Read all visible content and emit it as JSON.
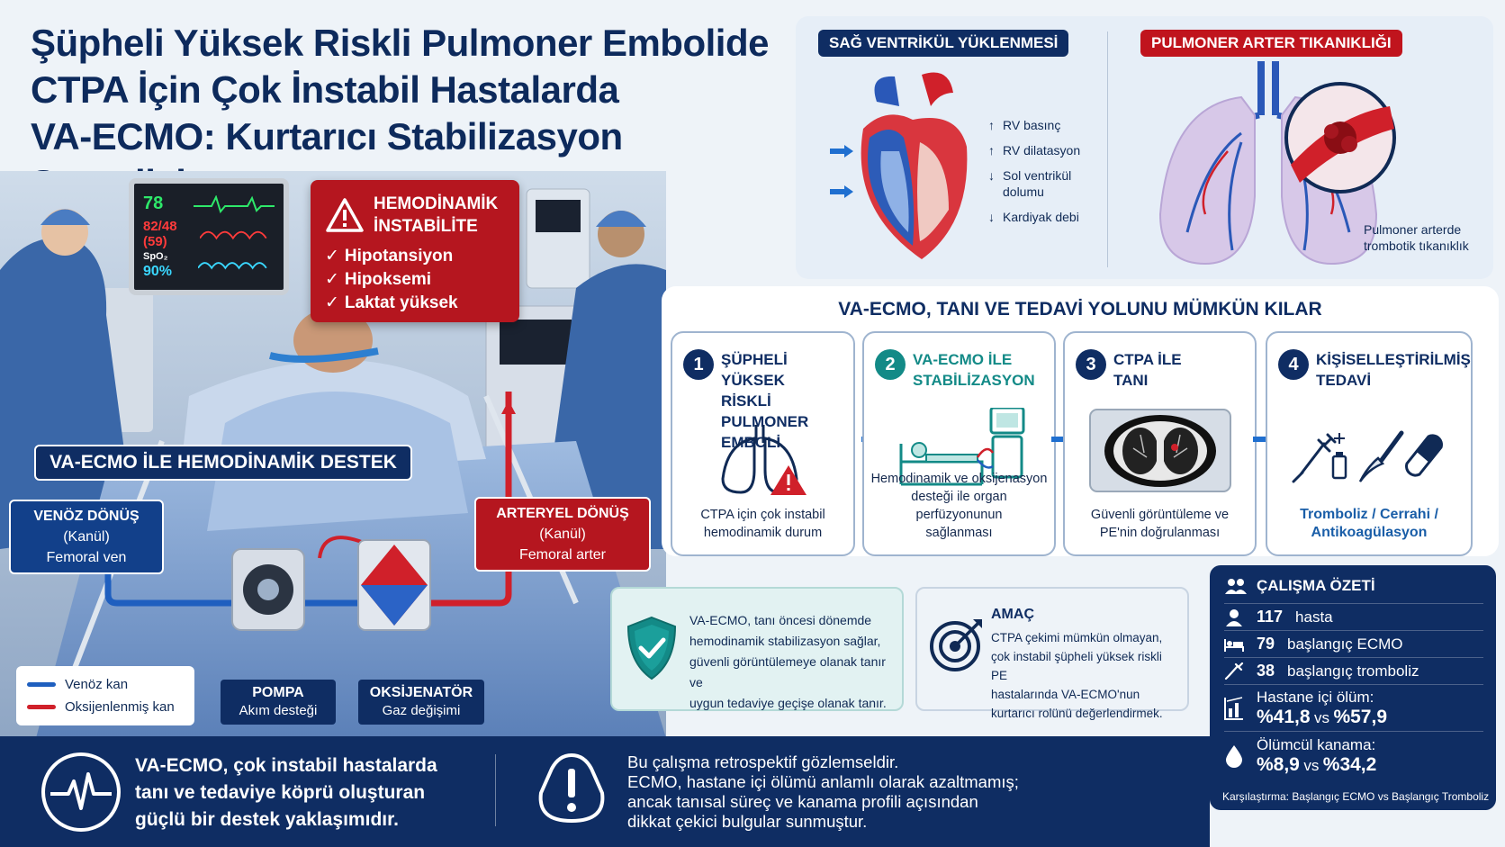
{
  "title": {
    "line1": "Şüpheli Yüksek Riskli Pulmoner Embolide",
    "line2": "CTPA İçin Çok İnstabil Hastalarda",
    "line3": "VA-ECMO: Kurtarıcı Stabilizasyon Stratejisi"
  },
  "monitor": {
    "hr": "78",
    "bp": "82/48 (59)",
    "spo2_label": "SpO₂",
    "spo2": "90%"
  },
  "hemodynamic": {
    "title_line1": "HEMODİNAMİK",
    "title_line2": "İNSTABİLİTE",
    "items": [
      "Hipotansiyon",
      "Hipoksemi",
      "Laktat yüksek"
    ]
  },
  "ecmo_support": "VA-ECMO İLE HEMODİNAMİK DESTEK",
  "venous_cannula": {
    "title": "VENÖZ DÖNÜŞ",
    "suffix": "(Kanül)",
    "site": "Femoral ven"
  },
  "arterial_cannula": {
    "title": "ARTERYEL DÖNÜŞ",
    "suffix": "(Kanül)",
    "site": "Femoral arter"
  },
  "legend": {
    "venous": "Venöz kan",
    "oxygenated": "Oksijenlenmiş kan",
    "venous_color": "#1f5fbf",
    "oxygenated_color": "#d0202a"
  },
  "pump": {
    "title": "POMPA",
    "sub": "Akım desteği"
  },
  "oxygenator": {
    "title": "OKSİJENATÖR",
    "sub": "Gaz değişimi"
  },
  "rv": {
    "tag": "SAĞ VENTRİKÜL YÜKLENMESİ",
    "items": [
      {
        "arrow": "↑",
        "text": "RV basınç"
      },
      {
        "arrow": "↑",
        "text": "RV dilatasyon"
      },
      {
        "arrow": "↓",
        "text": "Sol ventrikül dolumu"
      },
      {
        "arrow": "↓",
        "text": "Kardiyak debi"
      }
    ]
  },
  "pa": {
    "tag": "PULMONER ARTER TIKANIKLIĞI",
    "caption_line1": "Pulmoner arterde",
    "caption_line2": "trombotik tıkanıklık"
  },
  "pathway": {
    "title": "VA-ECMO, TANI VE TEDAVİ YOLUNU MÜMKÜN KILAR",
    "steps": [
      {
        "num": "1",
        "title_lines": [
          "ŞÜPHELİ YÜKSEK",
          "RİSKLİ PULMONER",
          "EMBOLİ"
        ],
        "desc_lines": [
          "CTPA için çok instabil",
          "hemodinamik durum"
        ]
      },
      {
        "num": "2",
        "title_lines": [
          "VA-ECMO İLE",
          "STABİLİZASYON"
        ],
        "desc_lines": [
          "Hemodinamik ve oksijenasyon",
          "desteği ile organ perfüzyonunun",
          "sağlanması"
        ]
      },
      {
        "num": "3",
        "title_lines": [
          "CTPA İLE",
          "TANI"
        ],
        "desc_lines": [
          "Güvenli görüntüleme ve",
          "PE'nin doğrulanması"
        ]
      },
      {
        "num": "4",
        "title_lines": [
          "KİŞİSELLEŞTİRİLMİŞ",
          "TEDAVİ"
        ],
        "desc_lines": [
          "Tromboliz / Cerrahi /",
          "Antikoagülasyon"
        ]
      }
    ]
  },
  "shield_box": {
    "lines": [
      "VA-ECMO, tanı öncesi dönemde",
      "hemodinamik stabilizasyon sağlar,",
      "güvenli görüntülemeye olanak tanır ve",
      "uygun tedaviye geçişe olanak tanır."
    ]
  },
  "aim_box": {
    "title": "AMAÇ",
    "lines": [
      "CTPA çekimi mümkün olmayan,",
      "çok instabil şüpheli yüksek riskli PE",
      "hastalarında VA-ECMO'nun",
      "kurtarıcı rolünü değerlendirmek."
    ]
  },
  "summary": {
    "title": "ÇALIŞMA ÖZETİ",
    "patients": {
      "value": "117",
      "label": "hasta"
    },
    "initial_ecmo": {
      "value": "79",
      "label": "başlangıç ECMO"
    },
    "initial_thrombolysis": {
      "value": "38",
      "label": "başlangıç tromboliz"
    },
    "mortality": {
      "label": "Hastane içi ölüm:",
      "a": "%41,8",
      "vs": "vs",
      "b": "%57,9"
    },
    "bleeding": {
      "label": "Ölümcül kanama:",
      "a": "%8,9",
      "vs": "vs",
      "b": "%34,2"
    },
    "comparison": "Karşılaştırma: Başlangıç ECMO vs Başlangıç Tromboliz"
  },
  "bottom": {
    "main_lines": [
      "VA-ECMO, çok instabil hastalarda",
      "tanı ve tedaviye köprü oluşturan",
      "güçlü bir destek yaklaşımıdır."
    ],
    "note_lines": [
      "Bu çalışma retrospektif gözlemseldir.",
      "ECMO, hastane içi ölümü anlamlı olarak azaltmamış;",
      "ancak tanısal süreç ve kanama profili açısından",
      "dikkat çekici bulgular sunmuştur."
    ]
  },
  "colors": {
    "navy": "#0f2d63",
    "red": "#b5161f",
    "teal": "#138a87"
  }
}
